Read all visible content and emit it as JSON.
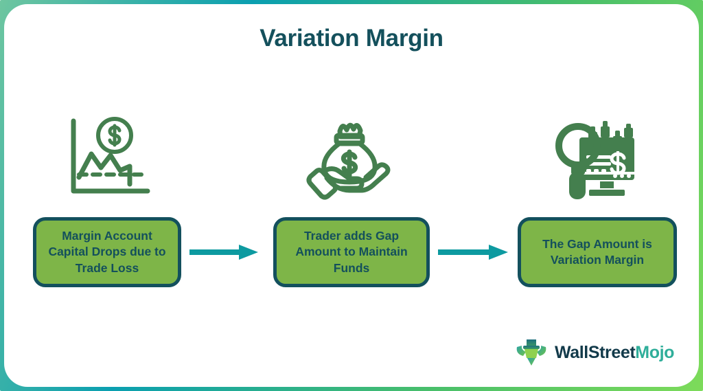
{
  "page": {
    "title": "Variation Margin",
    "background_color": "#ffffff",
    "frame_gradient": [
      "#6ec6a0",
      "#0a9fb0",
      "#49bf6a",
      "#7ddb5a"
    ]
  },
  "theme": {
    "dark_teal": "#14505c",
    "box_green": "#7eb548",
    "arrow_teal": "#0d9aa0",
    "icon_green": "#447f4e"
  },
  "flow": {
    "steps": [
      {
        "id": "step-1",
        "icon_name": "declining-chart-dollar-icon",
        "label": "Margin Account Capital Drops due to Trade Loss"
      },
      {
        "id": "step-2",
        "icon_name": "hand-holding-money-bag-icon",
        "label": "Trader adds Gap Amount to Maintain Funds"
      },
      {
        "id": "step-3",
        "icon_name": "magnifier-stock-monitor-icon",
        "label": "The Gap Amount is Variation Margin"
      }
    ],
    "connectors": [
      {
        "id": "arrow-1",
        "icon_name": "arrow-right-icon"
      },
      {
        "id": "arrow-2",
        "icon_name": "arrow-right-icon"
      }
    ]
  },
  "logo": {
    "icon_name": "bull-top-hat-logo-icon",
    "text_primary": "WallStreet",
    "text_secondary": "Mojo"
  }
}
